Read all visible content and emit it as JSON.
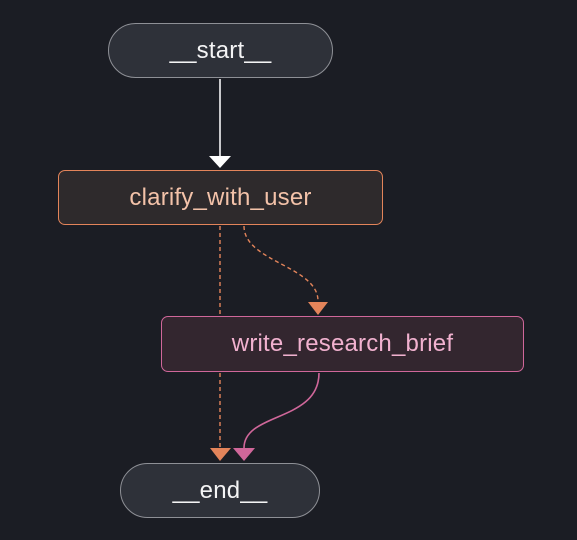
{
  "nodes": {
    "start": {
      "label": "__start__"
    },
    "clarify": {
      "label": "clarify_with_user"
    },
    "write": {
      "label": "write_research_brief"
    },
    "end": {
      "label": "__end__"
    }
  },
  "edges": [
    {
      "from": "__start__",
      "to": "clarify_with_user",
      "style": "solid",
      "color": "#ffffff"
    },
    {
      "from": "clarify_with_user",
      "to": "write_research_brief",
      "style": "dashed",
      "color": "#e3845a"
    },
    {
      "from": "clarify_with_user",
      "to": "__end__",
      "style": "dashed",
      "color": "#e3845a"
    },
    {
      "from": "write_research_brief",
      "to": "__end__",
      "style": "solid",
      "color": "#d0679a"
    }
  ],
  "colors": {
    "background": "#1b1d24",
    "terminal_border": "#8e9096",
    "clarify_accent": "#e3845a",
    "write_accent": "#d0679a"
  }
}
